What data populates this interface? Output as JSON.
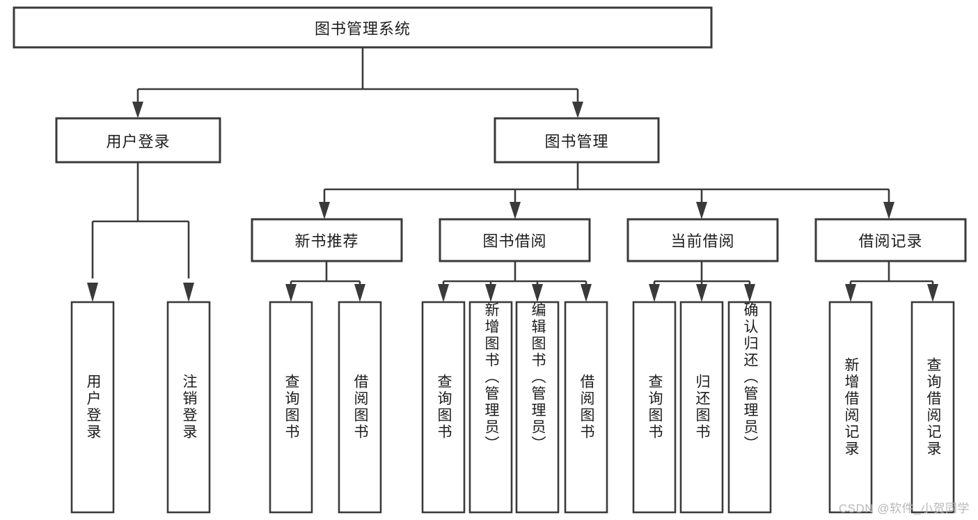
{
  "diagram": {
    "type": "hierarchy-tree",
    "title": "图书管理系统",
    "watermark": "CSDN @软件_小贺同学",
    "colors": {
      "box_stroke": "#3a3a3a",
      "box_fill": "#ffffff",
      "text": "#1c1c1c",
      "background": "#ffffff",
      "watermark": "#b8b8b8"
    },
    "levels": {
      "root": {
        "label": "图书管理系统"
      },
      "level2": [
        {
          "label": "用户登录"
        },
        {
          "label": "图书管理"
        }
      ],
      "level3": [
        {
          "label": "新书推荐"
        },
        {
          "label": "图书借阅"
        },
        {
          "label": "当前借阅"
        },
        {
          "label": "借阅记录"
        }
      ]
    },
    "leaves": {
      "user_login": [
        {
          "label": "用户登录"
        },
        {
          "label": "注销登录"
        }
      ],
      "new_book_recommend": [
        {
          "label": "查询图书"
        },
        {
          "label": "借阅图书"
        }
      ],
      "book_borrow": [
        {
          "label": "查询图书"
        },
        {
          "label": "新增图书（管理员）"
        },
        {
          "label": "编辑图书（管理员）"
        },
        {
          "label": "借阅图书"
        }
      ],
      "current_borrow": [
        {
          "label": "查询图书"
        },
        {
          "label": "归还图书"
        },
        {
          "label": "确认归还（管理员）"
        }
      ],
      "borrow_record": [
        {
          "label": "新增借阅记录"
        },
        {
          "label": "查询借阅记录"
        }
      ]
    }
  }
}
